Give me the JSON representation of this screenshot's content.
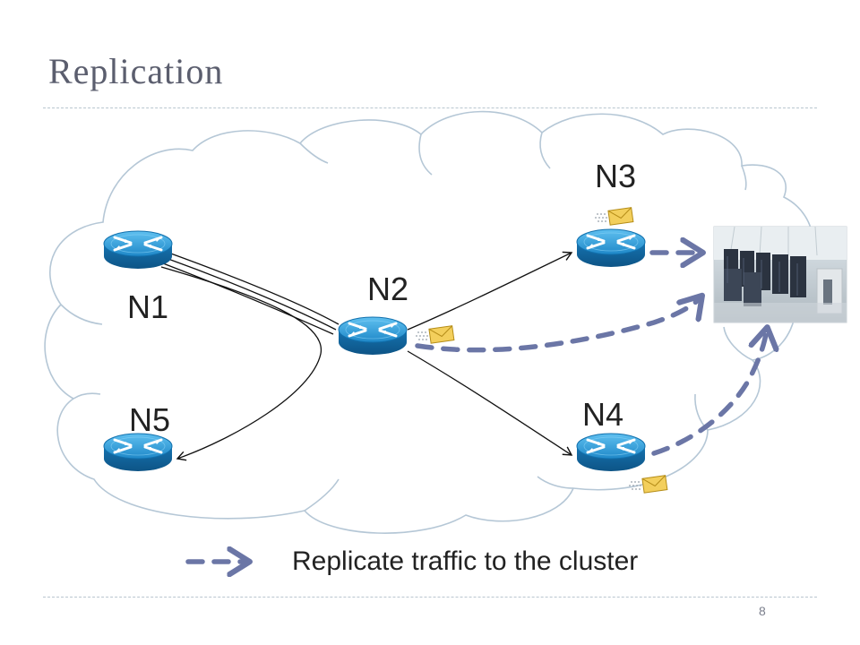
{
  "slide": {
    "title": "Replication",
    "page_number": "8"
  },
  "nodes": [
    {
      "id": "n1",
      "label": "N1"
    },
    {
      "id": "n2",
      "label": "N2"
    },
    {
      "id": "n3",
      "label": "N3"
    },
    {
      "id": "n4",
      "label": "N4"
    },
    {
      "id": "n5",
      "label": "N5"
    }
  ],
  "legend": {
    "text": "Replicate traffic to the cluster"
  },
  "colors": {
    "cloud_stroke": "#b5c7d6",
    "router_blue": "#1a7fc0",
    "replication_arrow": "#6b76a6",
    "title": "#5b5e6e"
  },
  "icons": {
    "router": "router-icon",
    "envelope": "envelope-icon",
    "cluster": "server-cluster-icon"
  }
}
